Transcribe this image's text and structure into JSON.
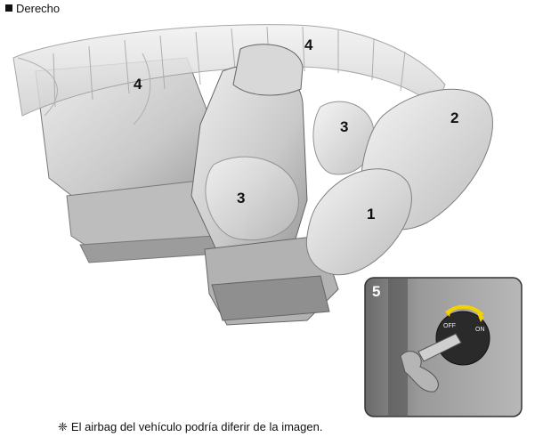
{
  "heading": "Derecho",
  "labels": {
    "frontal_driver": "1",
    "frontal_passenger": "2",
    "side_driver": "3",
    "side_passenger": "3",
    "curtain_front": "4",
    "curtain_rear": "4",
    "switch_inset": "5"
  },
  "switch": {
    "off_label": "OFF",
    "on_label": "ON"
  },
  "caption": {
    "mark": "❈",
    "text": "El airbag del vehículo podría diferir de la imagen."
  }
}
